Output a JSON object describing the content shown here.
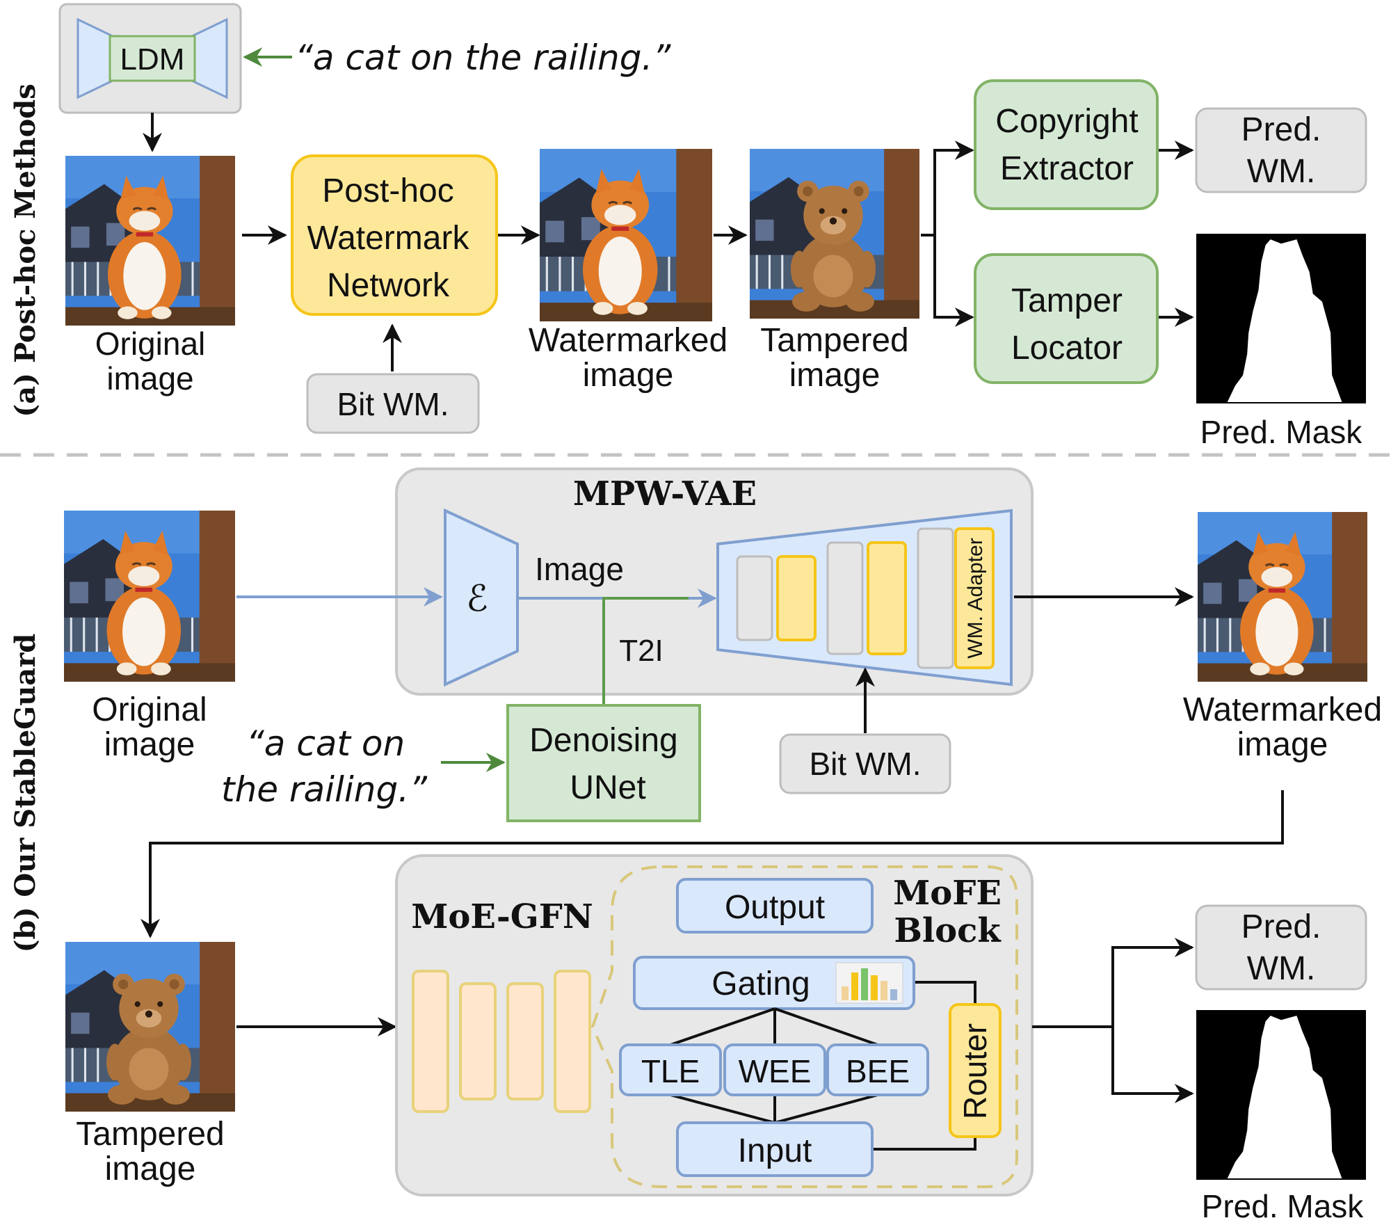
{
  "colors": {
    "blue_fill": "#dae8fc",
    "blue_stroke": "#7f9fcf",
    "green_fill": "#d5e8d4",
    "green_stroke": "#82b366",
    "yellow_fill": "#fde89a",
    "yellow_stroke": "#f5c518",
    "gray_fill": "#e6e6e6",
    "gray_stroke": "#bdbdbd",
    "peach_fill": "#ffe6cc",
    "peach_stroke": "#e8d27a",
    "panel_fill": "#e8e8e8",
    "arrow_green": "#4f8a3c",
    "arrow_blue": "#7f9fcf"
  },
  "section_a": {
    "side_label": "(a) Post-hoc Methods",
    "ldm": "LDM",
    "prompt": "“a cat on the railing.”",
    "original": [
      "Original",
      "image"
    ],
    "posthoc_net": [
      "Post-hoc",
      "Watermark",
      "Network"
    ],
    "bit_wm": "Bit WM.",
    "watermarked": [
      "Watermarked",
      "image"
    ],
    "tampered": [
      "Tampered",
      "image"
    ],
    "copyright_extractor": [
      "Copyright",
      "Extractor"
    ],
    "tamper_locator": [
      "Tamper",
      "Locator"
    ],
    "pred_wm": [
      "Pred.",
      "WM."
    ],
    "pred_mask": "Pred. Mask"
  },
  "section_b": {
    "side_label": "(b) Our StableGuard",
    "original": [
      "Original",
      "image"
    ],
    "mpw_vae": "MPW-VAE",
    "encoder_symbol": "ℰ",
    "image_label": "Image",
    "t2i_label": "T2I",
    "wm_adapter": "WM. Adapter",
    "prompt": [
      "“a cat on",
      "the railing.”"
    ],
    "denoising_unet": [
      "Denoising",
      "UNet"
    ],
    "bit_wm": "Bit WM.",
    "watermarked": [
      "Watermarked",
      "image"
    ],
    "tampered": [
      "Tampered",
      "image"
    ],
    "moe_gfn": "MoE-GFN",
    "mofe_block": [
      "MoFE",
      "Block"
    ],
    "output": "Output",
    "gating": "Gating",
    "experts": [
      "TLE",
      "WEE",
      "BEE"
    ],
    "input": "Input",
    "router": "Router",
    "pred_wm": [
      "Pred.",
      "WM."
    ],
    "pred_mask": "Pred. Mask"
  }
}
